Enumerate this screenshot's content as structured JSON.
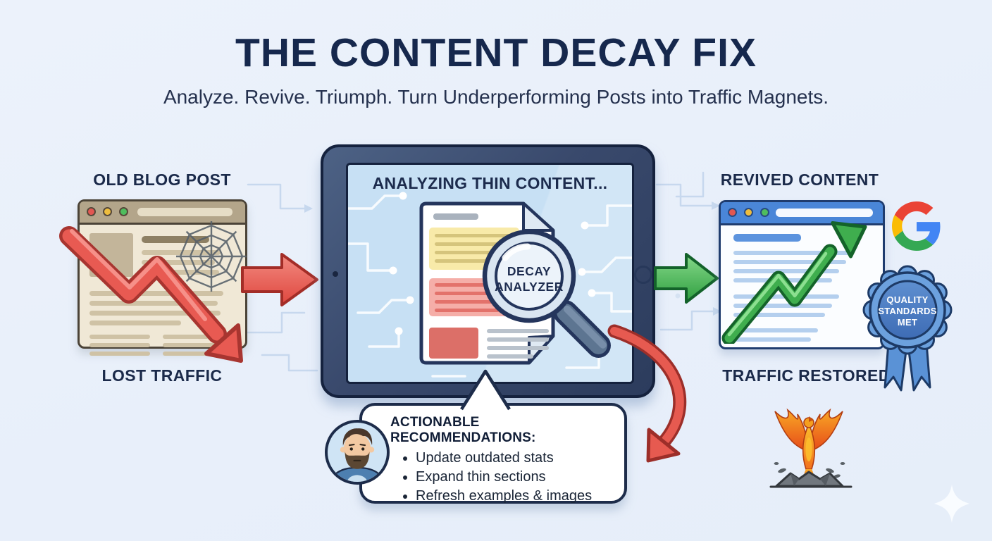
{
  "header": {
    "title": "THE CONTENT DECAY FIX",
    "subtitle": "Analyze. Revive. Triumph. Turn Underperforming Posts into Traffic Magnets."
  },
  "old_post": {
    "label": "OLD BLOG POST",
    "caption": "LOST TRAFFIC"
  },
  "analyzer": {
    "status": "ANALYZING THIN CONTENT...",
    "magnifier_line1": "DECAY",
    "magnifier_line2": "ANALYZER"
  },
  "revived": {
    "label": "REVIVED CONTENT",
    "caption": "TRAFFIC RESTORED",
    "badge_line1": "QUALITY",
    "badge_line2": "STANDARDS",
    "badge_line3": "MET"
  },
  "recommendations": {
    "heading": "ACTIONABLE RECOMMENDATIONS:",
    "items": [
      "Update outdated stats",
      "Expand thin sections",
      "Refresh examples & images"
    ]
  },
  "icons": {
    "decline_arrow": "red-declining-zigzag",
    "growth_arrow": "green-rising-zigzag",
    "cobweb": "cobweb",
    "google": "google-g-logo",
    "phoenix": "phoenix-rising",
    "badge": "quality-ribbon-badge"
  },
  "colors": {
    "navy": "#1d2c4a",
    "accent_red": "#e85a52",
    "accent_green": "#3fae4e",
    "badge_blue": "#5a92d6",
    "background": "#e9f0fa"
  }
}
